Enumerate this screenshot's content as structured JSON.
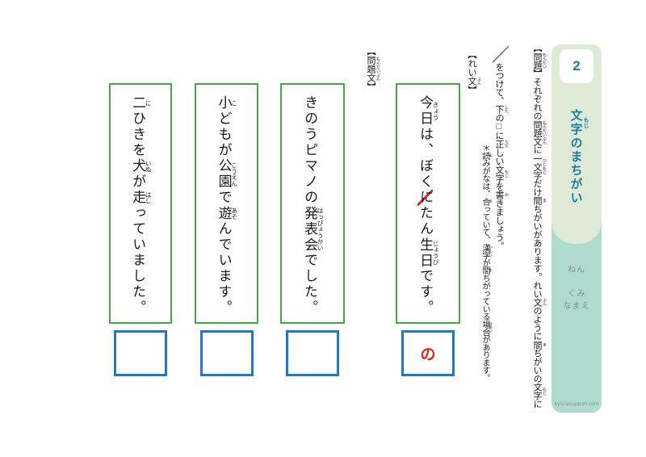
{
  "tab": {
    "number": "2",
    "title_segments": [
      {
        "base": "文字",
        "ruby": "もじ"
      },
      {
        "base": "のまちがい"
      }
    ],
    "fields": [
      "ねん",
      "くみ",
      "なまえ"
    ],
    "site": "kyozaisupport.com"
  },
  "instructions": {
    "main_col1": [
      {
        "base": "【"
      },
      {
        "base": "問題",
        "ruby": "もんだい"
      },
      {
        "base": "】それぞれの"
      },
      {
        "base": "問題文",
        "ruby": "もんだいぶん"
      },
      {
        "base": "に"
      },
      {
        "base": "一文字",
        "ruby": "ひともじ"
      },
      {
        "base": "だけ"
      },
      {
        "base": "間",
        "ruby": "ま"
      },
      {
        "base": "ちがいがあります。れい"
      },
      {
        "base": "文",
        "ruby": "ぶん"
      },
      {
        "base": "のように"
      },
      {
        "base": "間",
        "ruby": "ま"
      },
      {
        "base": "ちがいの"
      },
      {
        "base": "文字",
        "ruby": "もじ"
      },
      {
        "base": "に"
      }
    ],
    "main_col2": [
      {
        "base": "／",
        "big": true
      },
      {
        "base": "をつけて、"
      },
      {
        "base": "下",
        "ruby": "した"
      },
      {
        "base": "の□に"
      },
      {
        "base": "正",
        "ruby": "ただ"
      },
      {
        "base": "しい"
      },
      {
        "base": "文字",
        "ruby": "もじ"
      },
      {
        "base": "を"
      },
      {
        "base": "書",
        "ruby": "か"
      },
      {
        "base": "きましょう。"
      }
    ],
    "note": [
      {
        "base": "＊"
      },
      {
        "base": "読",
        "ruby": "よ"
      },
      {
        "base": "みがなは、"
      },
      {
        "base": "合",
        "ruby": "あ"
      },
      {
        "base": "っていて、"
      },
      {
        "base": "漢字",
        "ruby": "かんじ"
      },
      {
        "base": "が"
      },
      {
        "base": "間",
        "ruby": "ま"
      },
      {
        "base": "ちがっている"
      },
      {
        "base": "場合",
        "ruby": "ばあい"
      },
      {
        "base": "があります。"
      }
    ]
  },
  "example": {
    "label": [
      {
        "base": "【れい"
      },
      {
        "base": "文",
        "ruby": "ぶん"
      },
      {
        "base": "】"
      }
    ],
    "sentence": [
      {
        "base": "今日",
        "ruby": "きょう"
      },
      {
        "base": "は、ぼく"
      },
      {
        "base": "に",
        "strike": true
      },
      {
        "base": "たん"
      },
      {
        "base": "生日",
        "ruby": "じょうび"
      },
      {
        "base": "です。"
      }
    ],
    "answer": "の"
  },
  "problems": {
    "label": [
      {
        "base": "【"
      },
      {
        "base": "問題文",
        "ruby": "もんだいぶん"
      },
      {
        "base": "】"
      }
    ],
    "items": [
      {
        "sentence": [
          {
            "base": "きのうピマノの"
          },
          {
            "base": "発表会",
            "ruby": "はっぴょうかい"
          },
          {
            "base": "でした。"
          }
        ],
        "answer": ""
      },
      {
        "sentence": [
          {
            "base": "小",
            "ruby": "こ"
          },
          {
            "base": "どもが"
          },
          {
            "base": "公園",
            "ruby": "こうえん"
          },
          {
            "base": "で"
          },
          {
            "base": "遊",
            "ruby": "あそ"
          },
          {
            "base": "んでいます。"
          }
        ],
        "answer": ""
      },
      {
        "sentence": [
          {
            "base": "二",
            "ruby": "に"
          },
          {
            "base": "ひきを"
          },
          {
            "base": "犬",
            "ruby": "いぬ"
          },
          {
            "base": "が"
          },
          {
            "base": "走",
            "ruby": "はし"
          },
          {
            "base": "っていました。"
          }
        ],
        "answer": ""
      }
    ]
  },
  "colors": {
    "box-green": "#47a747",
    "box-blue": "#2178c8",
    "accent-red": "#dd2020",
    "tab-green": "#dee9d6",
    "tab-teal": "#aedbce",
    "tab-text": "#1f7aa6",
    "field-text": "#7d8e86"
  }
}
